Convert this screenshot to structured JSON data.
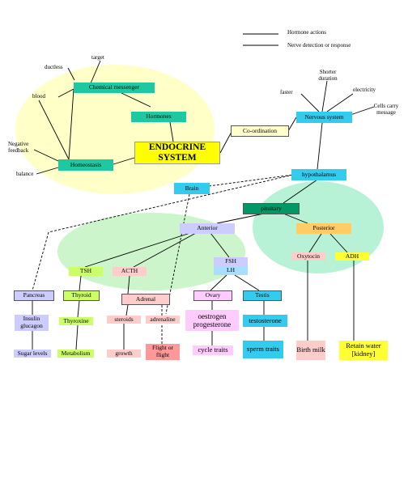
{
  "legend": {
    "hormone_label": "Hormone actions",
    "nerve_label": "Nerve detection or response"
  },
  "nodes": {
    "endocrine": "ENDOCRINE SYSTEM",
    "chemical_messenger": "Chemical messenger",
    "hormones": "Hormones",
    "homeostasis": "Homeostasis",
    "coordination": "Co-ordination",
    "nervous_system": "Nervous system",
    "hypothalamus": "hypothalamus",
    "brain": "Brain",
    "pituitary": "pituitary",
    "anterior": "Anterior",
    "posterior": "Posterior",
    "oxytocin": "Oxytocin",
    "adh": "ADH",
    "tsh": "TSH",
    "acth": "ACTH",
    "fsh": "FSH",
    "lh": "LH",
    "pancreas": "Pancreas",
    "thyroid": "Thyroid",
    "adrenal": "Adrenal",
    "ovary": "Ovary",
    "testis": "Testis",
    "insulin_glucagon": "Insulin glucagon",
    "thyroxine": "Thyroxine",
    "steroids": "steroids",
    "adrenaline": "adrenaline",
    "oestrogen_progesterone": "oestrogen progesterone",
    "testosterone": "testosterone",
    "sugar_levels": "Sugar levels",
    "metabolism": "Metabolism",
    "growth": "growth",
    "flight_or_fight": "Flight or flight",
    "cycle_traits": "cycle traits",
    "sperm_traits": "sperm traits",
    "birth_milk": "Birth milk",
    "retain_water": "Retain water [kidney]"
  },
  "labels": {
    "target": "target",
    "ductless": "ductless",
    "blood": "blood",
    "negative_feedback": "Negative feedback",
    "balance": "balance",
    "faster": "faster",
    "shorter_duration": "Shorter duration",
    "electricity": "electricity",
    "cells_carry_message": "Cells carry message"
  },
  "colors": {
    "yellow_ellipse": "#ffffc8",
    "green_ellipse": "#ccf5cc",
    "teal_ellipse": "#b8f2d6",
    "teal_box": "#1ec8a0",
    "endocrine_box": "#ffff00",
    "cyan_box": "#33ccee",
    "light_blue_box": "#ccccff",
    "lime_box": "#ccff66",
    "pink_box": "#ffcccc",
    "red_box": "#ff9999",
    "violet_box": "#ffccff",
    "orange_box": "#ffcc66",
    "dark_green_box": "#009966",
    "pale_yellow_box": "#ffffcc",
    "bright_yellow_box": "#ffff33"
  }
}
